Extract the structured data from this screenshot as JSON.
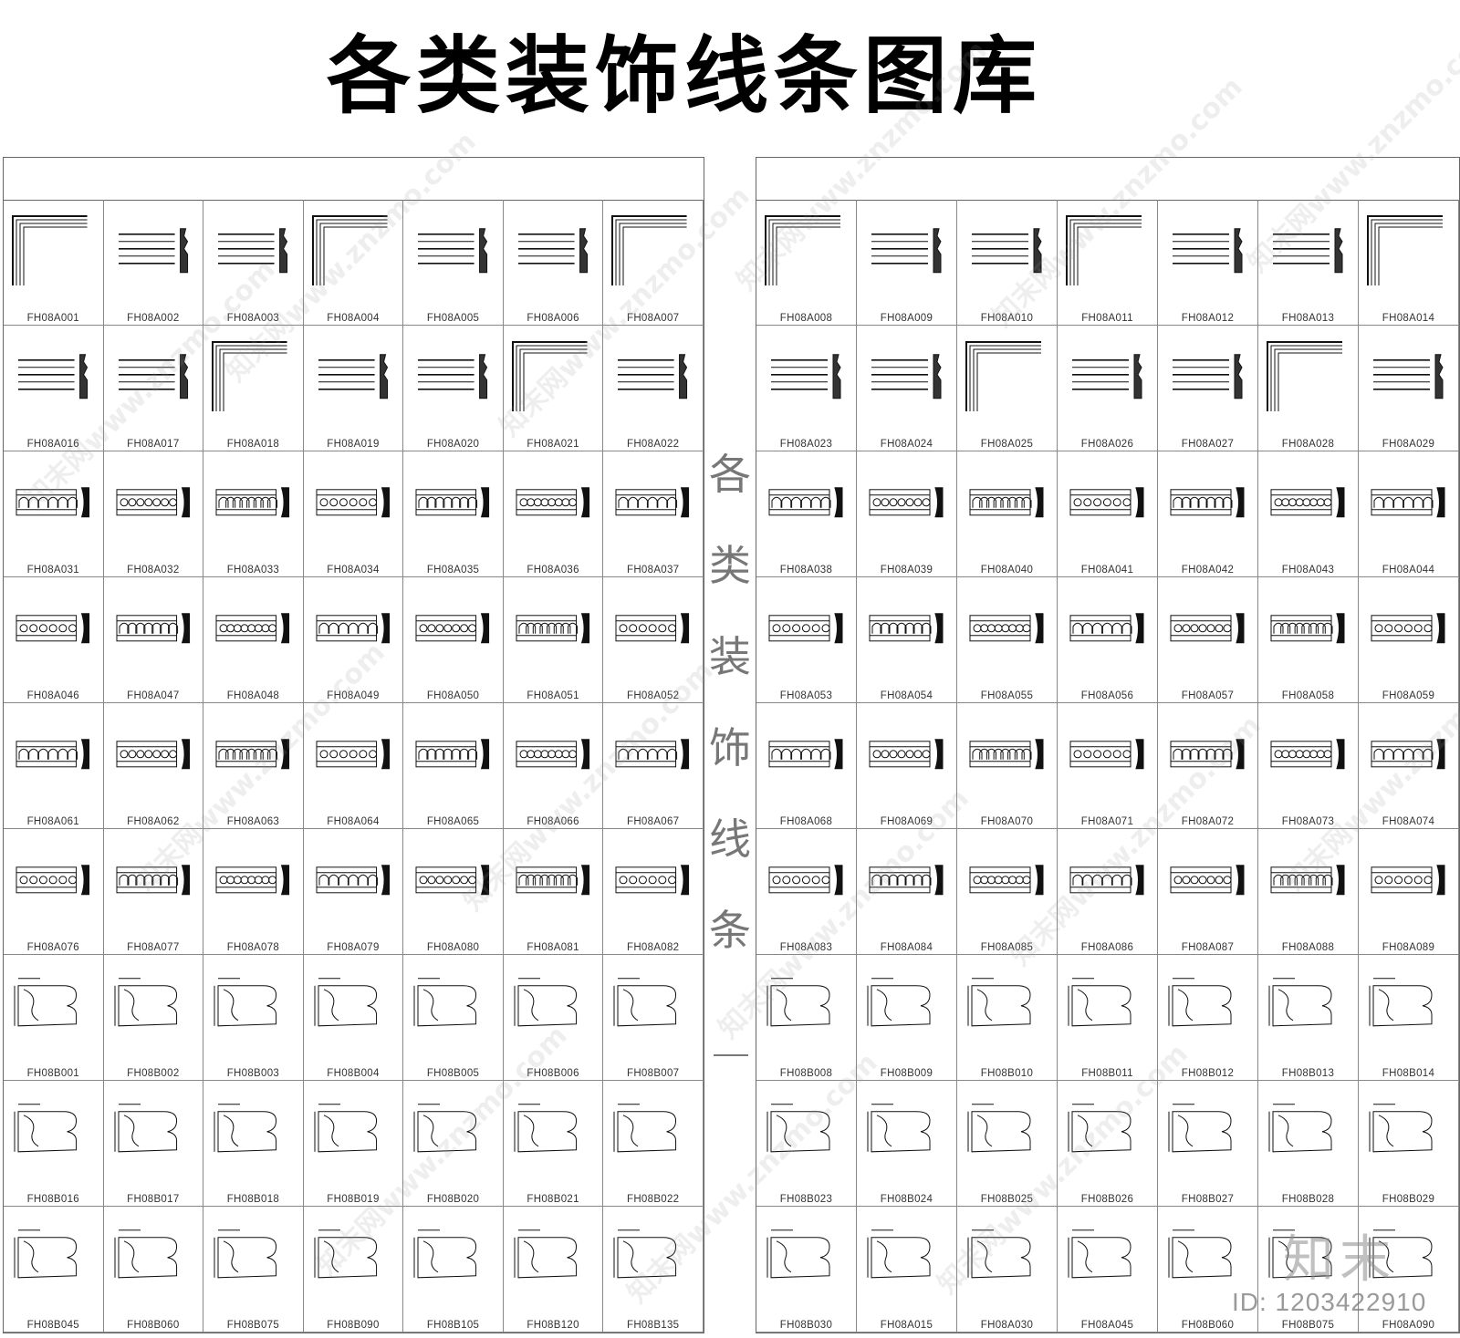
{
  "title": "各类装饰线条图库",
  "vertical_title": [
    "各",
    "类",
    "装",
    "饰",
    "线",
    "条"
  ],
  "watermark": {
    "text": "知末网www.znzmo.com",
    "logo": "知末",
    "id": "ID: 1203422910"
  },
  "left_sheet": {
    "rows": [
      [
        "FH08A001",
        "FH08A002",
        "FH08A003",
        "FH08A004",
        "FH08A005",
        "FH08A006",
        "FH08A007"
      ],
      [
        "FH08A016",
        "FH08A017",
        "FH08A018",
        "FH08A019",
        "FH08A020",
        "FH08A021",
        "FH08A022"
      ],
      [
        "FH08A031",
        "FH08A032",
        "FH08A033",
        "FH08A034",
        "FH08A035",
        "FH08A036",
        "FH08A037"
      ],
      [
        "FH08A046",
        "FH08A047",
        "FH08A048",
        "FH08A049",
        "FH08A050",
        "FH08A051",
        "FH08A052"
      ],
      [
        "FH08A061",
        "FH08A062",
        "FH08A063",
        "FH08A064",
        "FH08A065",
        "FH08A066",
        "FH08A067"
      ],
      [
        "FH08A076",
        "FH08A077",
        "FH08A078",
        "FH08A079",
        "FH08A080",
        "FH08A081",
        "FH08A082"
      ],
      [
        "FH08B001",
        "FH08B002",
        "FH08B003",
        "FH08B004",
        "FH08B005",
        "FH08B006",
        "FH08B007"
      ],
      [
        "FH08B016",
        "FH08B017",
        "FH08B018",
        "FH08B019",
        "FH08B020",
        "FH08B021",
        "FH08B022"
      ],
      [
        "FH08B045",
        "FH08B060",
        "FH08B075",
        "FH08B090",
        "FH08B105",
        "FH08B120",
        "FH08B135"
      ]
    ]
  },
  "right_sheet": {
    "rows": [
      [
        "FH08A008",
        "FH08A009",
        "FH08A010",
        "FH08A011",
        "FH08A012",
        "FH08A013",
        "FH08A014"
      ],
      [
        "FH08A023",
        "FH08A024",
        "FH08A025",
        "FH08A026",
        "FH08A027",
        "FH08A028",
        "FH08A029"
      ],
      [
        "FH08A038",
        "FH08A039",
        "FH08A040",
        "FH08A041",
        "FH08A042",
        "FH08A043",
        "FH08A044"
      ],
      [
        "FH08A053",
        "FH08A054",
        "FH08A055",
        "FH08A056",
        "FH08A057",
        "FH08A058",
        "FH08A059"
      ],
      [
        "FH08A068",
        "FH08A069",
        "FH08A070",
        "FH08A071",
        "FH08A072",
        "FH08A073",
        "FH08A074"
      ],
      [
        "FH08A083",
        "FH08A084",
        "FH08A085",
        "FH08A086",
        "FH08A087",
        "FH08A088",
        "FH08A089"
      ],
      [
        "FH08B008",
        "FH08B009",
        "FH08B010",
        "FH08B011",
        "FH08B012",
        "FH08B013",
        "FH08B014"
      ],
      [
        "FH08B023",
        "FH08B024",
        "FH08B025",
        "FH08B026",
        "FH08B027",
        "FH08B028",
        "FH08B029"
      ],
      [
        "FH08B030",
        "FH08A015",
        "FH08A030",
        "FH08A045",
        "FH08B060",
        "FH08B075",
        "FH08A090"
      ]
    ]
  }
}
